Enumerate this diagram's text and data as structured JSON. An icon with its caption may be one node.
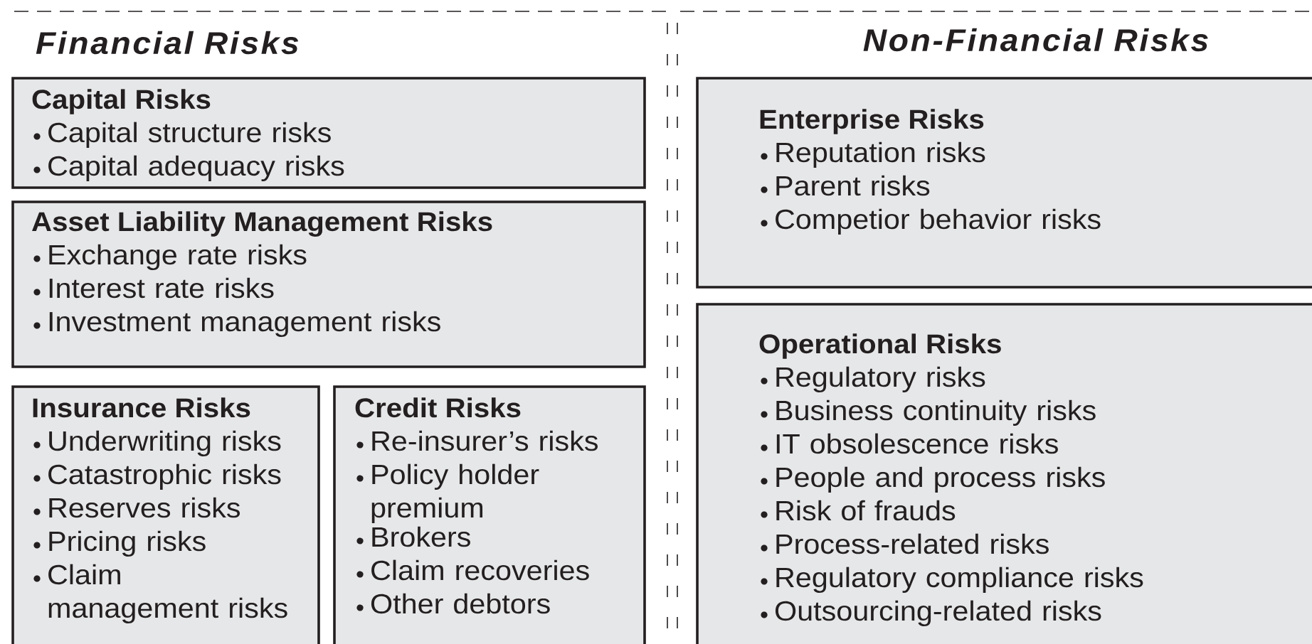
{
  "diagram": {
    "nodes": [
      {
        "text": [
          "Financial Risks"
        ]
      },
      {
        "text": [
          "Capital Risks",
          "Capital structure risks",
          "Capital adequacy risks"
        ],
        "in": 0
      },
      {
        "text": [
          "Asset Liability Management Risks",
          "Exchange rate risks",
          "Interest rate risks",
          "Investment management risks"
        ],
        "in": 0
      },
      {
        "text": [
          "Insurance Risks",
          "Underwriting risks",
          "Catastrophic risks",
          "Reserves risks",
          "Pricing risks",
          "Claim management risks"
        ],
        "in": 0
      },
      {
        "text": [
          "Credit Risks",
          "Re-insurer’s risks",
          "Policy holder premium",
          "Brokers",
          "Claim recoveries",
          "Other debtors"
        ],
        "in": 0
      },
      {
        "text": [
          "Non-Financial Risks"
        ]
      },
      {
        "text": [
          "Enterprise Risks",
          "Reputation risks",
          "Parent risks",
          "Competior behavior risks"
        ],
        "in": 5
      },
      {
        "text": [
          "Operational Risks",
          "Regulatory risks",
          "Business continuity risks",
          "IT obsolescence risks",
          "People and process risks",
          "Risk of frauds",
          "Process-related risks",
          "Regulatory compliance risks",
          "Outsourcing-related risks"
        ],
        "in": 5
      }
    ]
  }
}
